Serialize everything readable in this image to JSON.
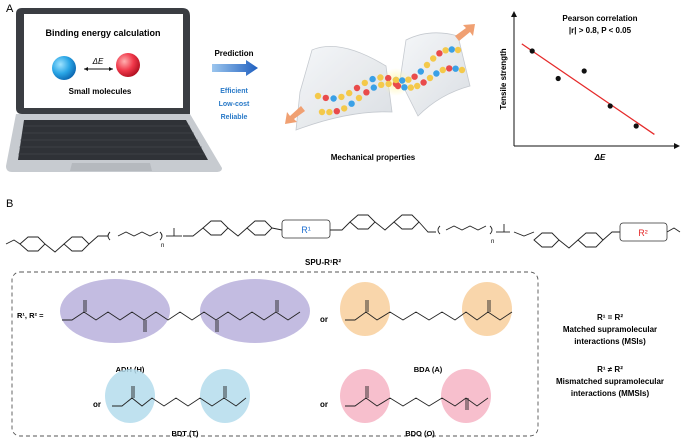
{
  "panel_a": {
    "letter": "A",
    "laptop": {
      "title": "Binding energy calculation",
      "delta_e": "ΔE",
      "subtitle": "Small molecules"
    },
    "prediction": {
      "label": "Prediction",
      "items": [
        "Efficient",
        "Low-cost",
        "Reliable"
      ]
    },
    "mechanical_label": "Mechanical properties",
    "chart_data": {
      "type": "scatter",
      "title": "Pearson correlation",
      "subtitle": "|r| > 0.8, P < 0.05",
      "xlabel": "ΔE",
      "ylabel": "Tensile strength",
      "x": [
        1,
        2,
        3,
        4,
        5
      ],
      "y": [
        4.3,
        3.2,
        3.5,
        2.1,
        1.3
      ],
      "trend_line": true,
      "grid": false
    }
  },
  "panel_b": {
    "letter": "B",
    "polymer": {
      "r1_box": "R¹",
      "r2_box": "R²",
      "n1": "n",
      "n2": "n",
      "name": "SPU-R¹R²"
    },
    "definition_label": "R¹, R² =",
    "or_words": [
      "or",
      "or",
      "or"
    ],
    "groups": [
      {
        "id": "ADH",
        "label": "ADH (H)",
        "color": "#b8b0dc"
      },
      {
        "id": "BDA",
        "label": "BDA (A)",
        "color": "#f8cf9c"
      },
      {
        "id": "BDT",
        "label": "BDT (T)",
        "color": "#b4dcec"
      },
      {
        "id": "BDO",
        "label": "BDO (O)",
        "color": "#f6b4c4"
      }
    ],
    "matched": {
      "eq": "R¹ = R²",
      "line1": "Matched supramolecular",
      "line2": "interactions (MSIs)"
    },
    "mismatched": {
      "eq": "R¹ ≠ R²",
      "line1": "Mismatched supramolecular",
      "line2": "interactions (MMSIs)"
    }
  },
  "colors": {
    "blue_arrow": "#2a6fc9",
    "accent_blue": "#2a7ac8",
    "red_line": "#e52a2a",
    "orange_arrow": "#f0a072"
  }
}
